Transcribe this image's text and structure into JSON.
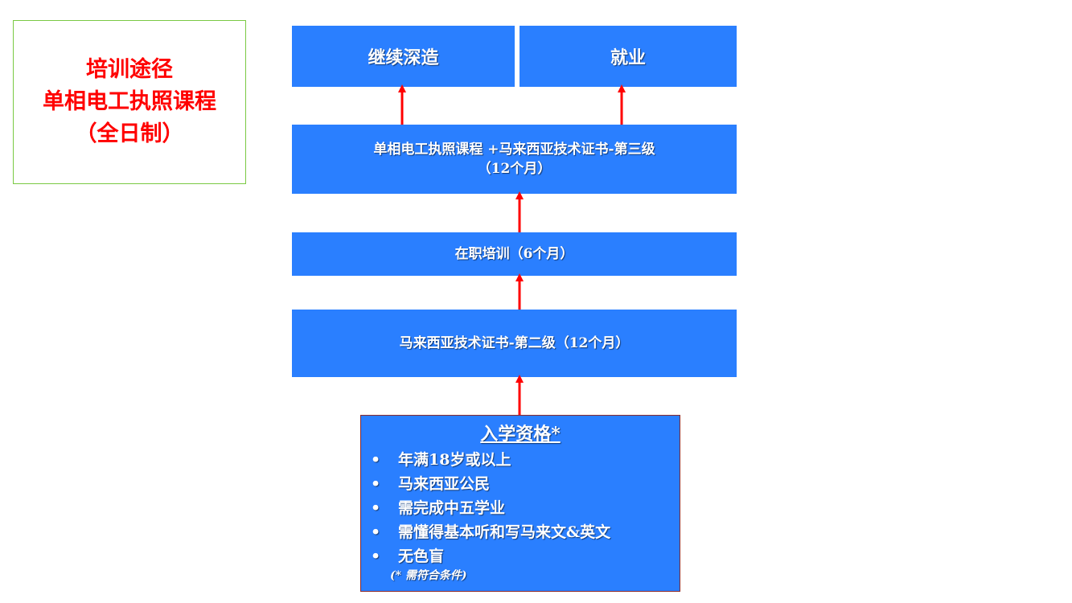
{
  "title_box": {
    "line1": "培训途径",
    "line2": "单相电工执照课程",
    "line3": "（全日制）"
  },
  "boxes": {
    "further_study": "继续深造",
    "employment": "就业",
    "license_line1": "单相电工执照课程 +马来西亚技术证书-第三级",
    "license_line2": "（12个月）",
    "ojt": "在职培训（6个月）",
    "skm2": "马来西亚技术证书-第二级（12个月）"
  },
  "requirements": {
    "heading": "入学资格*",
    "bullet": "•",
    "items": [
      "年满18岁或以上",
      "马来西亚公民",
      "需完成中五学业",
      "需懂得基本听和写马来文&英文",
      "无色盲"
    ],
    "note": "(* 需符合条件)"
  },
  "colors": {
    "box_fill": "#2a7fff",
    "arrow": "#ff0000",
    "title_text": "#ff0000",
    "title_border": "#7ac943"
  }
}
